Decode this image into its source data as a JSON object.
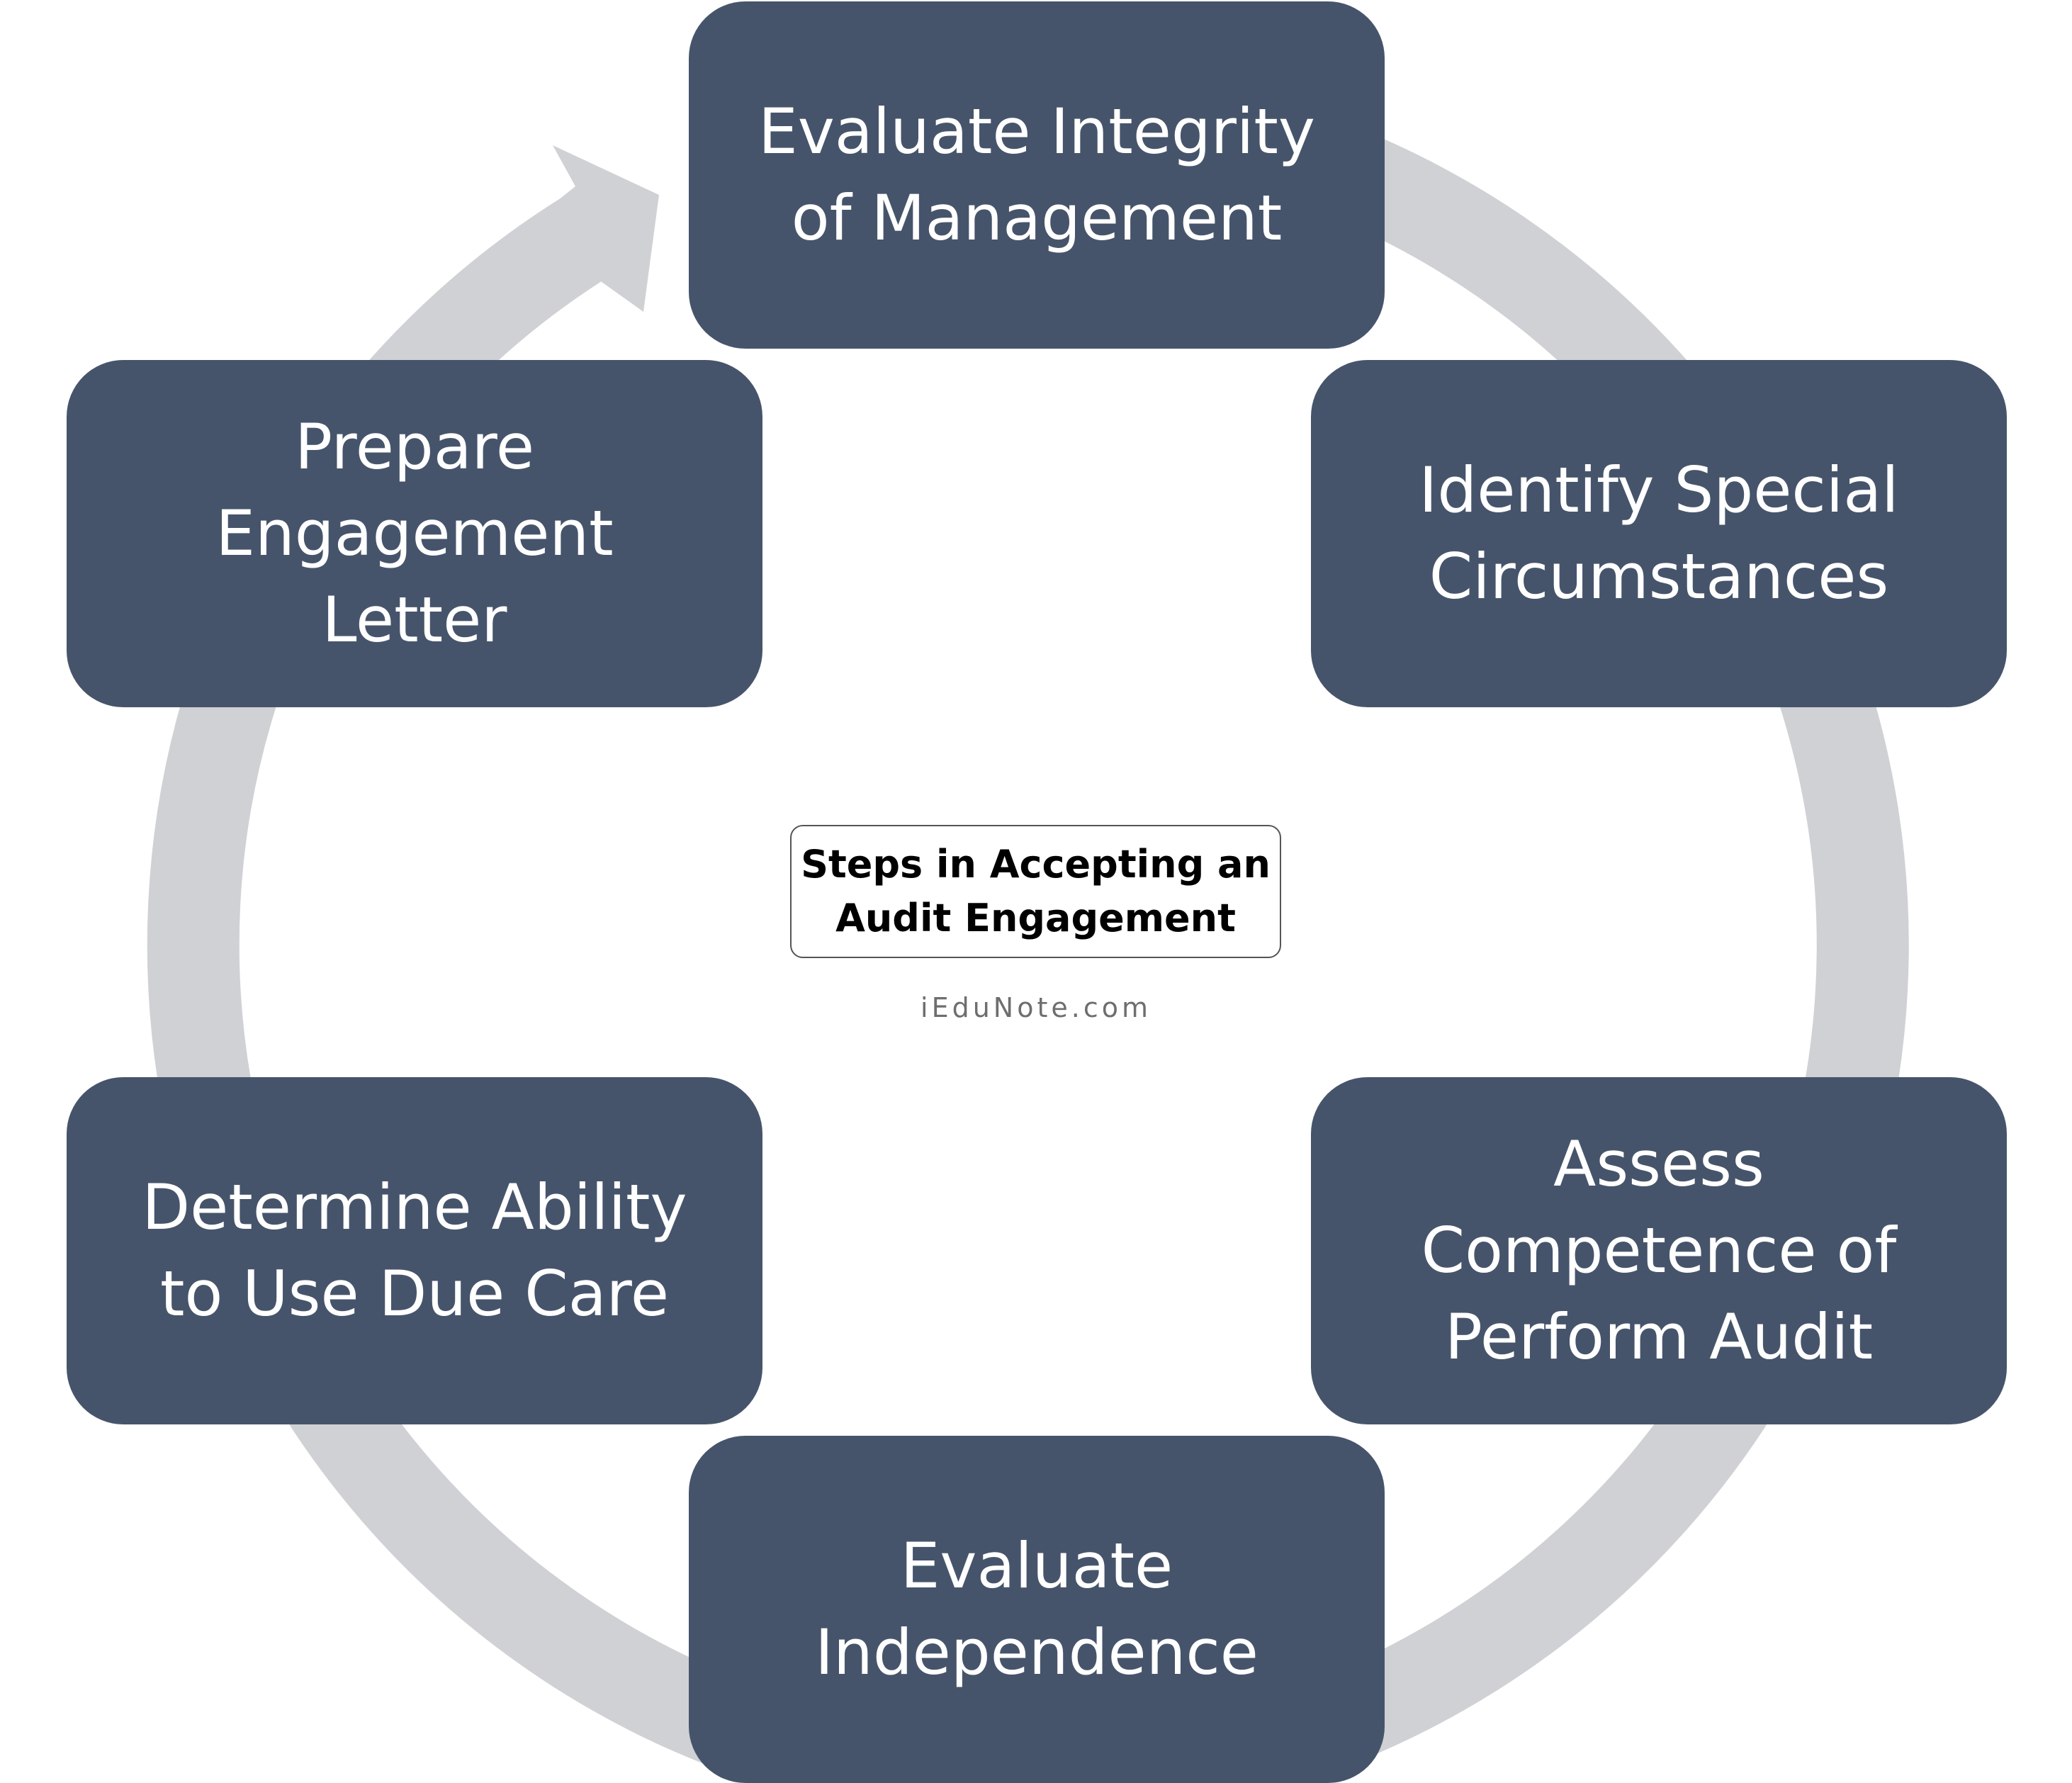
{
  "diagram": {
    "title_lines": "Steps in Accepting an\nAudit Engagement",
    "watermark": "iEduNote.com",
    "colors": {
      "box_fill": "#46546b",
      "box_text": "#ffffff",
      "ring": "#d0d1d5",
      "title_border": "#555555"
    },
    "steps": [
      {
        "label": "Evaluate Integrity\nof Management"
      },
      {
        "label": "Identify Special\nCircumstances"
      },
      {
        "label": "Assess\nCompetence of\nPerform Audit"
      },
      {
        "label": "Evaluate\nIndependence"
      },
      {
        "label": "Determine Ability\nto Use Due Care"
      },
      {
        "label": "Prepare\nEngagement\nLetter"
      }
    ]
  }
}
